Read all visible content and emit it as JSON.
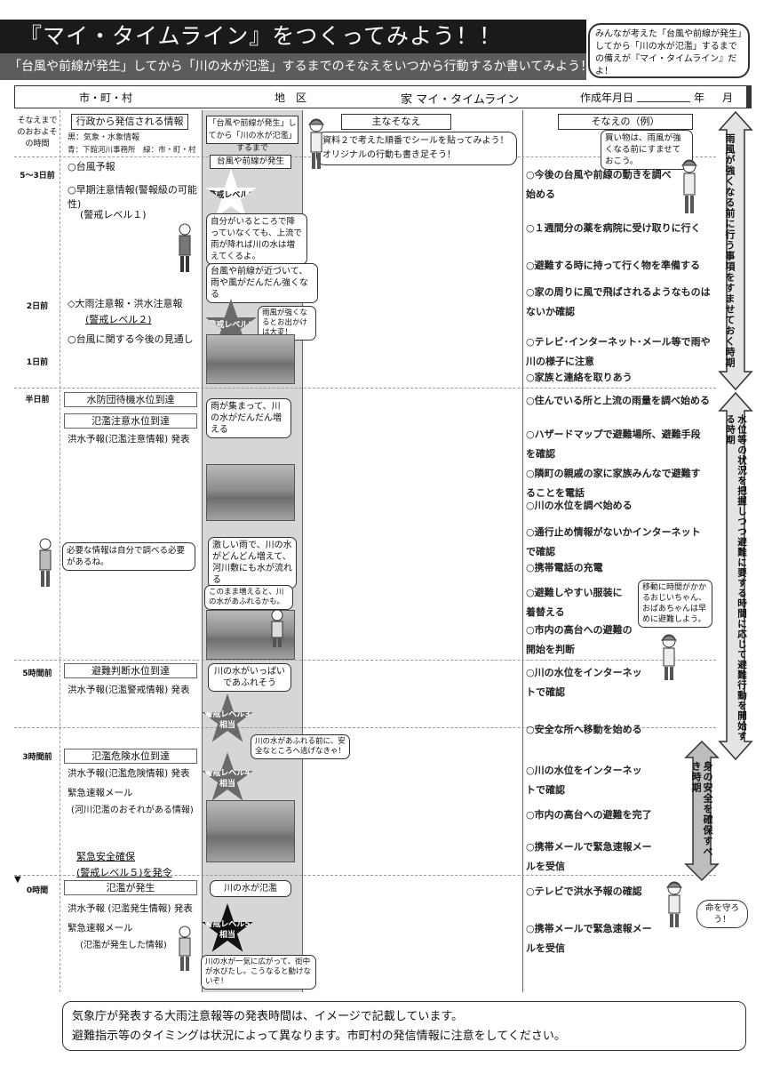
{
  "header": {
    "title": "『マイ・タイムライン』をつくってみよう！！",
    "subtitle": "「台風や前線が発生」してから「川の水が氾濫」するまでのそなえをいつから行動するか書いてみよう！",
    "note": "みんなが考えた「台風や前線が発生」してから「川の水が氾濫」するまでの備えが『マイ・タイムライン』だよ！"
  },
  "form": {
    "municipality": "市・町・村",
    "district": "地　区",
    "timeline_name": "家 マイ・タイムライン",
    "created_label": "作成年月日",
    "year": "年",
    "month": "月"
  },
  "columns": {
    "time": "そなえまでのおおよその時間",
    "info_header": "行政から発信される情報",
    "info_sub1": "黒：気象・水象情報",
    "info_sub2": "青：下館河川事務所　緑：市・町・村",
    "area_header": "「台風や前線が発生」してから「川の水が氾濫」するまで",
    "main_header": "主なそなえ",
    "sonae_header": "そなえの（例）"
  },
  "times": [
    "5～3日前",
    "2日前",
    "1日前",
    "半日前",
    "5時間前",
    "3時間前",
    "0時間"
  ],
  "info": {
    "i1": "○台風予報",
    "i2": "○早期注意情報(警報級の可能性)",
    "i3": "(警戒レベル１)",
    "i4": "◇大雨注意報・洪水注意報",
    "i5": "(警戒レベル２)",
    "i6": "○台風に関する今後の見通し",
    "i7": "水防団待機水位到達",
    "i8": "氾濫注意水位到達",
    "i9": "洪水予報(氾濫注意情報) 発表",
    "i10": "避難判断水位到達",
    "i11": "洪水予報(氾濫警戒情報) 発表",
    "i12": "氾濫危険水位到達",
    "i13": "洪水予報(氾濫危険情報) 発表",
    "i14": "緊急速報メール",
    "i15": "(河川氾濫のおそれがある情報)",
    "i16": "緊急安全確保",
    "i17": "(警戒レベル５)を発令",
    "i18": "氾濫が発生",
    "i19": "洪水予報 (氾濫発生情報) 発表",
    "i20": "緊急速報メール",
    "i21": "(氾濫が発生した情報)"
  },
  "area": {
    "typhoon": "台風や前線が発生",
    "level1": "警戒レベル1",
    "bubble1": "自分がいるところで降っていなくても、上流で雨が降れば川の水は増えてくるよ。",
    "bubble2": "台風や前線が近づいて、雨や風がだんだん強くなる",
    "level2": "警戒レベル2",
    "bubble3": "雨風が強くなるとお出かけは大変！",
    "bubble4": "雨が集まって、川の水がだんだん増える",
    "bubble5": "激しい雨で、川の水がどんどん増えて、河川敷にも水が流れる",
    "bubble6": "このまま増えると、川の水があふれるかも。",
    "bubble7": "川の水がいっぱいであふれそう",
    "level3": "警戒レベル3相当",
    "bubble8": "川の水があふれる前に、安全なところへ逃げなきゃ！",
    "level4": "警戒レベル4相当",
    "bubble9": "川の水が氾濫",
    "level5": "警戒レベル5相当",
    "bubble10": "川の水が一気に広がって、街中が水びたし。こうなると動けないぞ！",
    "bubble11": "必要な情報は自分で調べる必要があるね。"
  },
  "main": {
    "bubble": "資料２で考えた順番でシールを貼ってみよう！ オリジナルの行動も書き足そう！"
  },
  "sonae": {
    "bubble1": "買い物は、雨風が強くなる前にすませておこう。",
    "s1": "○今後の台風や前線の動きを調べ始める",
    "s2": "○１週間分の薬を病院に受け取りに行く",
    "s3": "○避難する時に持って行く物を準備する",
    "s4": "○家の周りに風で飛ばされるようなものはないか確認",
    "s5": "○テレビ･インターネット･メール等で雨や川の様子に注意",
    "s6": "○家族と連絡を取りあう",
    "s7": "○住んでいる所と上流の雨量を調べ始める",
    "s8": "○ハザードマップで避難場所、避難手段を確認",
    "s9": "○隣町の親戚の家に家族みんなで避難することを電話",
    "s10": "○川の水位を調べ始める",
    "s11": "○通行止め情報がないかインターネットで確認",
    "s12": "○携帯電話の充電",
    "s13": "○避難しやすい服装に着替える",
    "s14": "○市内の高台への避難の開始を判断",
    "bubble2": "移動に時間がかかるおじいちゃん、おばあちゃんは早めに避難しよう。",
    "s15": "○川の水位をインターネットで確認",
    "s16": "○安全な所へ移動を始める",
    "s17": "○川の水位をインターネットで確認",
    "s18": "○市内の高台への避難を完了",
    "s19": "○携帯メールで緊急速報メールを受信",
    "s20": "○テレビで洪水予報の確認",
    "s21": "○携帯メールで緊急速報メールを受信",
    "bubble3": "命を守ろう！"
  },
  "arrows": {
    "a1": "雨風が強くなる前に行う事項をすませておく時期",
    "a2": "水位等の状況を把握しつつ避難に要する時間に応じて避難行動を開始する時期",
    "a3": "身の安全を確保すべき時期"
  },
  "footer": {
    "line1": "気象庁が発表する大雨注意報等の発表時間は、イメージで記載しています。",
    "line2": "避難指示等のタイミングは状況によって異なります。市町村の発信情報に注意をしてください。"
  }
}
